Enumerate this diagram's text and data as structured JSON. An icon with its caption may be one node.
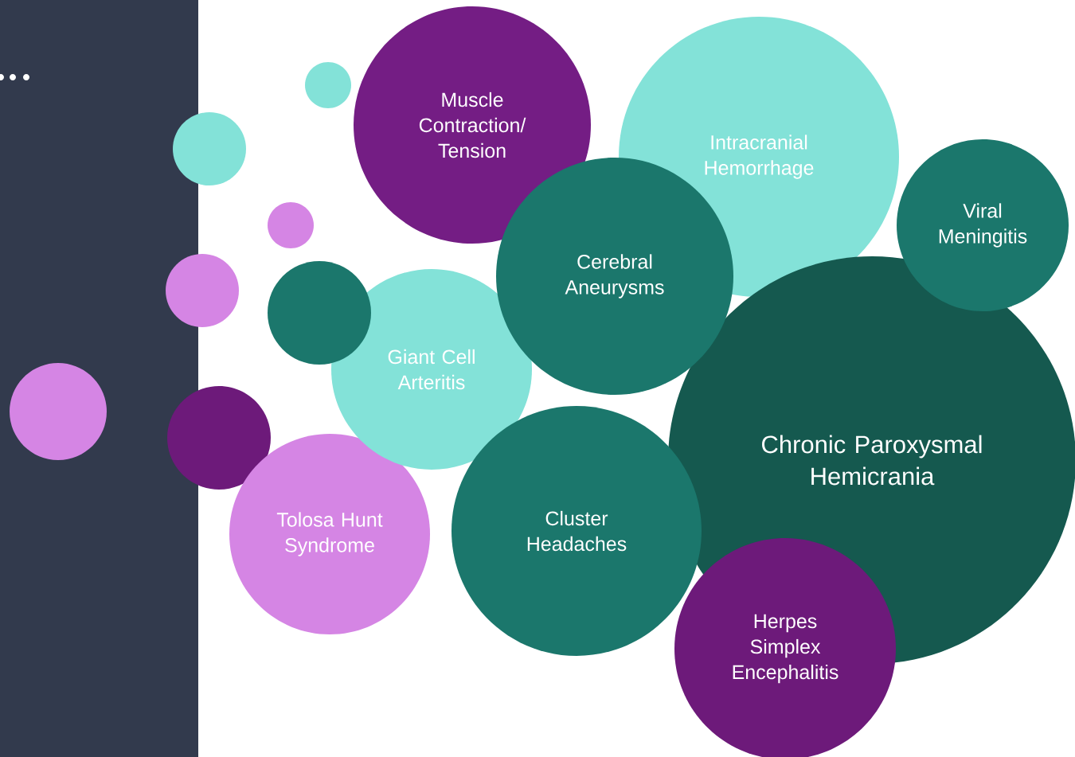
{
  "diagram": {
    "nodes": [
      {
        "text": [
          "Muscle Contraction/ Tension"
        ]
      },
      {
        "text": [
          "Intracranial Hemorrhage"
        ]
      },
      {
        "text": [
          "Viral Meningitis"
        ]
      },
      {
        "text": [
          "Cerebral Aneurysms"
        ]
      },
      {
        "text": [
          "Giant Cell Arteritis"
        ]
      },
      {
        "text": [
          "Chronic Paroxysmal Hemicrania"
        ]
      },
      {
        "text": [
          "Tolosa Hunt Syndrome"
        ]
      },
      {
        "text": [
          "Cluster Headaches"
        ]
      },
      {
        "text": [
          "Herpes Simplex Encephalitis"
        ]
      },
      {
        "text": [],
        "shape": "circle"
      },
      {
        "text": [],
        "shape": "circle"
      },
      {
        "text": [],
        "shape": "circle"
      },
      {
        "text": [],
        "shape": "circle"
      },
      {
        "text": [],
        "shape": "circle"
      },
      {
        "text": [],
        "shape": "circle"
      },
      {
        "text": [],
        "shape": "circle"
      }
    ]
  }
}
